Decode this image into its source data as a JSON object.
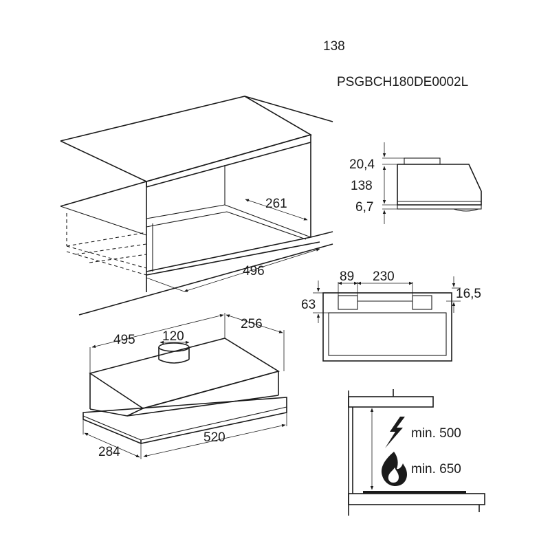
{
  "header": {
    "height_value": "138",
    "model_code": "PSGBCH180DE0002L"
  },
  "cabinet_cutout": {
    "cutout_depth": "261",
    "cutout_width": "496"
  },
  "side_profile": {
    "top_offset": "20,4",
    "body_height": "138",
    "bottom_offset": "6,7"
  },
  "front_view": {
    "spacing_left": "89",
    "spacing_center": "230",
    "height_left": "63",
    "height_right": "16,5"
  },
  "hood_iso": {
    "top_width": "495",
    "top_depth": "256",
    "duct_diameter": "120",
    "bottom_width": "520",
    "bottom_depth": "284"
  },
  "clearance": {
    "electric_label": "min. 500",
    "gas_label": "min. 650",
    "electric_icon": "lightning-bolt-icon",
    "gas_icon": "flame-icon"
  },
  "colors": {
    "line": "#1a1a1a",
    "background": "#ffffff"
  }
}
